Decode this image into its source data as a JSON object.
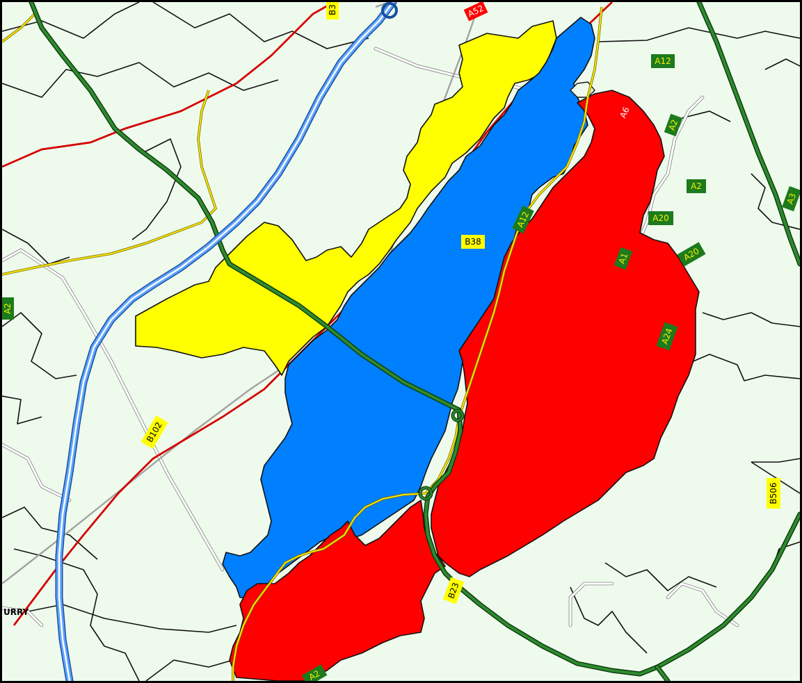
{
  "colors": {
    "background": "#eefbec",
    "region_red": "#ff0000",
    "region_blue": "#0080ff",
    "region_yellow": "#ffff00",
    "primary_shield_bg": "#1d7a1d",
    "primary_shield_text": "#f5f000",
    "secondary_shield_bg": "#ffff00",
    "secondary_shield_text": "#000000",
    "motorway_shield_bg": "#ff0000",
    "motorway_shield_text": "#ffffff"
  },
  "regions": [
    {
      "name": "yellow-region",
      "color": "yellow"
    },
    {
      "name": "blue-region",
      "color": "blue"
    },
    {
      "name": "red-region",
      "color": "red"
    }
  ],
  "labels": {
    "a52": "A52",
    "b3": "B3",
    "a12_top": "A12",
    "a6": "A6",
    "a2_upper": "A2",
    "a2_lower": "A2",
    "a3": "A3",
    "a12_mid": "A12",
    "b38": "B38",
    "a20_upper": "A20",
    "a20_lower": "A20",
    "a1": "A1",
    "a24": "A24",
    "a_left": "A2",
    "b102": "B102",
    "b506": "B506",
    "b23": "B23",
    "a_bottom": "A2",
    "place_left": "URRY"
  }
}
